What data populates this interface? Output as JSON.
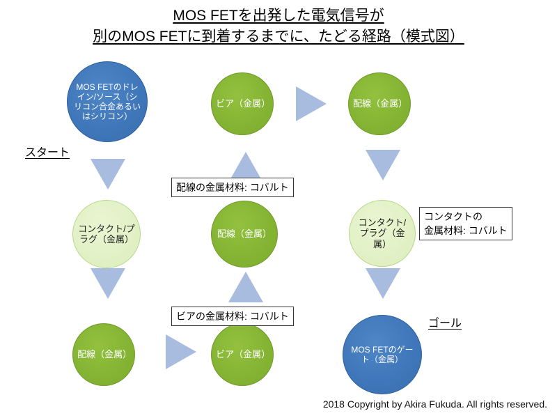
{
  "slide": {
    "title_line1": "MOS FETを出発した電気信号が",
    "title_line2": "別のMOS FETに到着するまでに、たどる経路（模式図）",
    "copyright": "2018 Copyright by Akira Fukuda. All rights reserved.",
    "colors": {
      "blue_node": "#3f77ba",
      "green_node": "#85b434",
      "light_green_node": "#e2f1c6",
      "arrow": "#a8bcdf",
      "callout_border": "#333333",
      "background": "#ffffff"
    }
  },
  "markers": {
    "start": "スタート",
    "goal": "ゴール"
  },
  "nodes": [
    {
      "id": "drain-source",
      "label": "MOS FETのドレイン/ソース（シリコン合金あるいはシリコン）",
      "kind": "blue"
    },
    {
      "id": "via-top",
      "label": "ビア（金属）",
      "kind": "green"
    },
    {
      "id": "wiring-top",
      "label": "配線（金属）",
      "kind": "green"
    },
    {
      "id": "contact-plug-left",
      "label": "コンタクト/プラグ（金属）",
      "kind": "light-green"
    },
    {
      "id": "wiring-middle",
      "label": "配線（金属）",
      "kind": "green"
    },
    {
      "id": "contact-plug-right",
      "label": "コンタクト/プラグ（金属）",
      "kind": "light-green"
    },
    {
      "id": "wiring-bottom",
      "label": "配線（金属）",
      "kind": "green"
    },
    {
      "id": "via-bottom",
      "label": "ビア（金属）",
      "kind": "green"
    },
    {
      "id": "gate",
      "label": "MOS FETのゲート（金属）",
      "kind": "blue"
    }
  ],
  "callouts": {
    "wiring_material": "配線の金属材料: コバルト",
    "contact_material_line1": "コンタクトの",
    "contact_material_line2": "金属材料: コバルト",
    "via_material": "ビアの金属材料: コバルト"
  }
}
